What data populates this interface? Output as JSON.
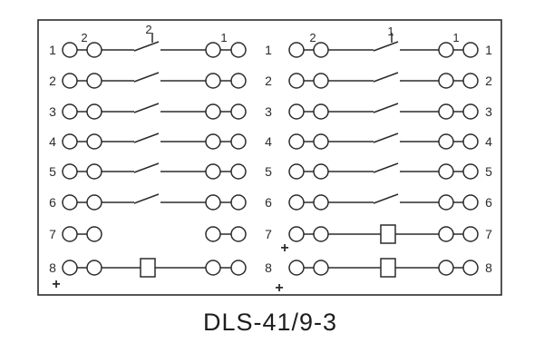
{
  "caption": "DLS-41/9-3",
  "diagram": {
    "left_row_labels": [
      "1",
      "2",
      "3",
      "4",
      "5",
      "6",
      "7",
      "8"
    ],
    "mid_row_labels": [
      "1",
      "2",
      "3",
      "4",
      "5",
      "6",
      "7",
      "8"
    ],
    "right_row_labels": [
      "1",
      "2",
      "3",
      "4",
      "5",
      "6",
      "7",
      "8"
    ],
    "left_top_labels": [
      "2",
      "2",
      "1"
    ],
    "right_top_labels": [
      "2",
      "1",
      "1"
    ],
    "plus_sign": "+",
    "left_elements": [
      "switch-numbered",
      "switch",
      "switch",
      "switch",
      "switch",
      "switch",
      "none",
      "coil"
    ],
    "right_elements": [
      "switch-numbered",
      "switch",
      "switch",
      "switch",
      "switch",
      "switch",
      "coil",
      "coil"
    ],
    "colors": {
      "line": "#2b2b2b",
      "text": "#2b2b2b",
      "background": "#ffffff"
    }
  }
}
